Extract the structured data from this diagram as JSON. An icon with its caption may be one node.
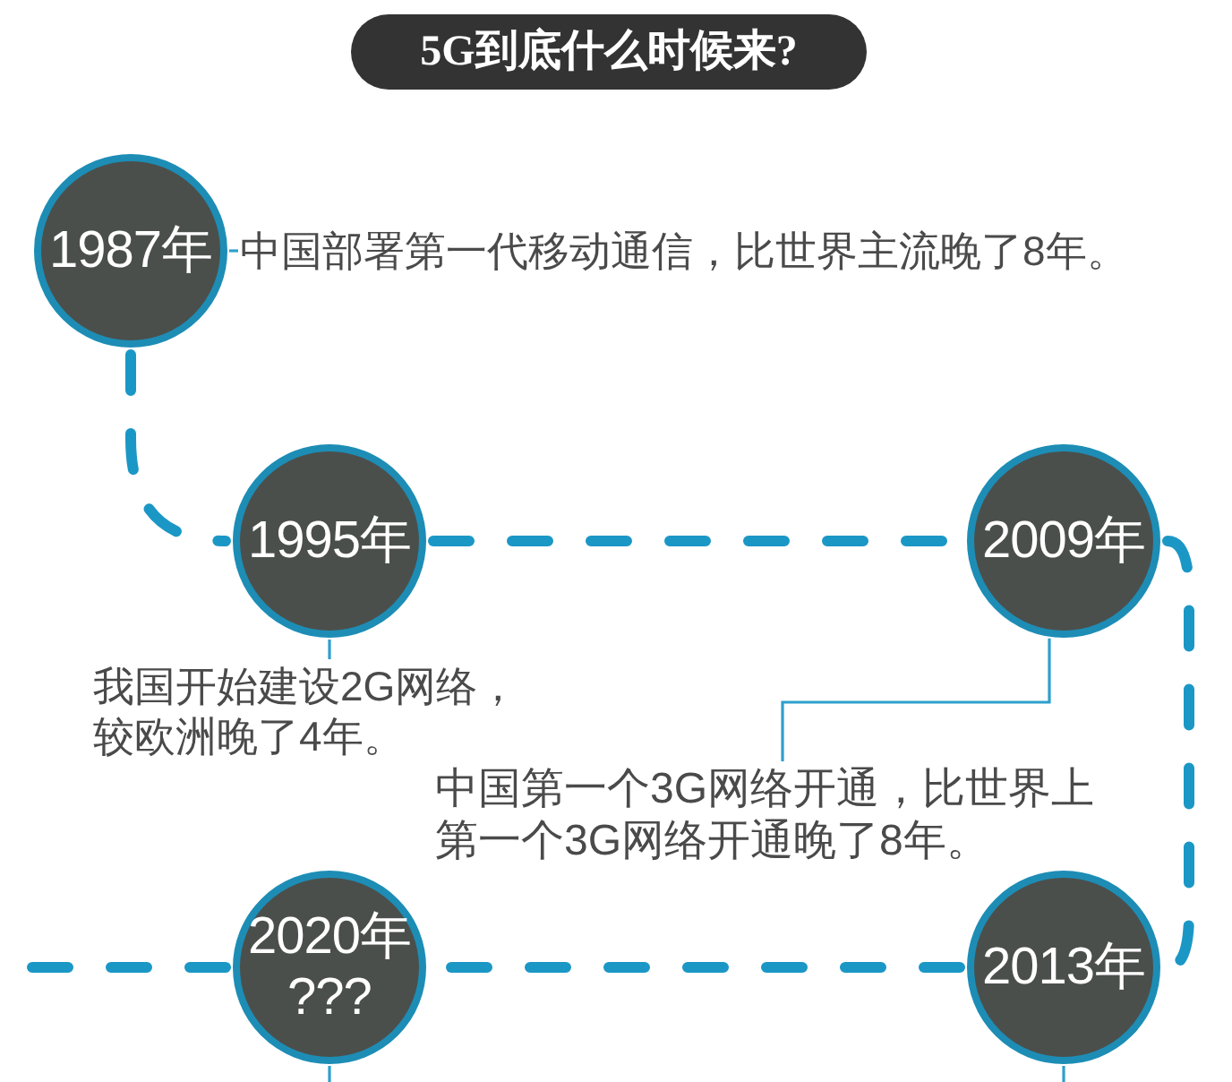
{
  "diagram": {
    "title": "5G到底什么时候来?",
    "nodes": [
      {
        "text": [
          "1987年"
        ]
      },
      {
        "text": [
          "中国部署第一代移动通信，比世界主流晚了8年。"
        ]
      },
      {
        "text": [
          "1995年"
        ]
      },
      {
        "text": [
          "2009年"
        ]
      },
      {
        "text": [
          "我国开始建设2G网络，较欧洲晚了4年。"
        ]
      },
      {
        "text": [
          "中国第一个3G网络开通，比世界上第一个3G网络开通晚了8年。"
        ]
      },
      {
        "text": [
          "2020年",
          "???"
        ]
      },
      {
        "text": [
          "2013年"
        ]
      }
    ],
    "edges": [
      {
        "from": 0,
        "to": 2,
        "arrow": "none",
        "style": "dashed"
      },
      {
        "from": 1,
        "to": 0,
        "arrow": "none"
      },
      {
        "from": 2,
        "to": 3,
        "arrow": "none",
        "style": "dashed"
      },
      {
        "from": 4,
        "to": 2,
        "arrow": "none"
      },
      {
        "from": 5,
        "to": 3,
        "arrow": "none"
      },
      {
        "from": 3,
        "to": 7,
        "arrow": "none",
        "style": "dashed"
      },
      {
        "from": 7,
        "to": 6,
        "arrow": "none",
        "style": "dashed"
      },
      {
        "from": 6,
        "to": null,
        "arrow": "none",
        "style": "dashed"
      },
      {
        "from": 6,
        "to": null,
        "arrow": "none"
      },
      {
        "from": 7,
        "to": null,
        "arrow": "none"
      }
    ]
  }
}
